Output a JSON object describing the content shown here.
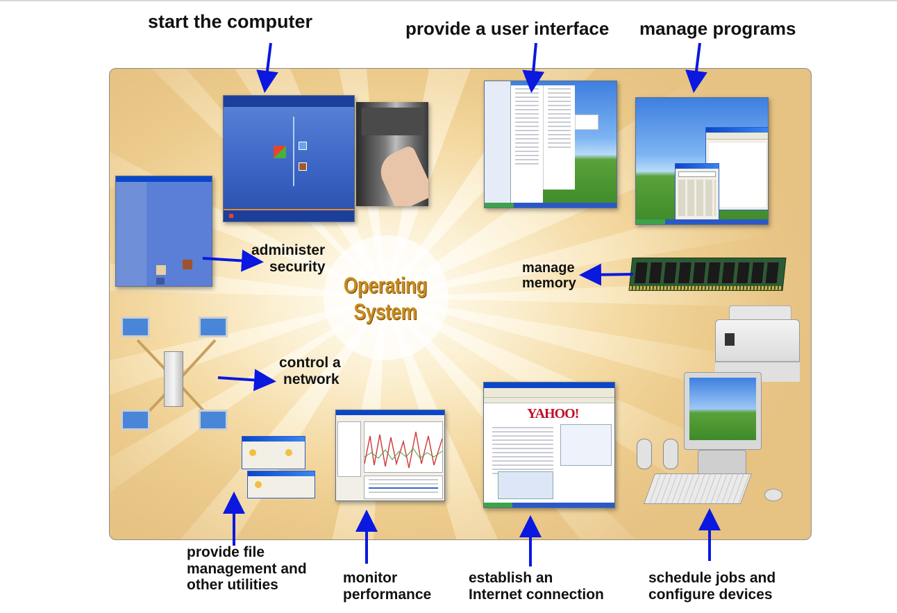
{
  "center_title": [
    "Operating",
    "System"
  ],
  "functions": {
    "start": "start the computer",
    "ui": "provide a user interface",
    "programs": "manage programs",
    "security": [
      "administer",
      "security"
    ],
    "memory": [
      "manage",
      "memory"
    ],
    "network": [
      "control a",
      "network"
    ],
    "files": [
      "provide file",
      "management and",
      "other utilities"
    ],
    "performance": [
      "monitor",
      "performance"
    ],
    "internet": [
      "establish an",
      "Internet connection"
    ],
    "jobs": [
      "schedule jobs and",
      "configure devices"
    ]
  },
  "colors": {
    "arrow": "#0a18e0",
    "title_gold": "#c88a20",
    "panel_glow": "#fbefd0",
    "panel_edge": "#e6c283"
  },
  "icons": [
    "xp-boot-screen",
    "power-button-hand",
    "start-menu-screen",
    "desktop-windows-screen",
    "user-accounts-screen",
    "ram-module",
    "laptop-network",
    "file-dialog-windows",
    "performance-monitor-screen",
    "browser-yahoo-screen",
    "printer",
    "desktop-computer"
  ],
  "embedded_text": {
    "yahoo_logo": "YAHOO!"
  }
}
